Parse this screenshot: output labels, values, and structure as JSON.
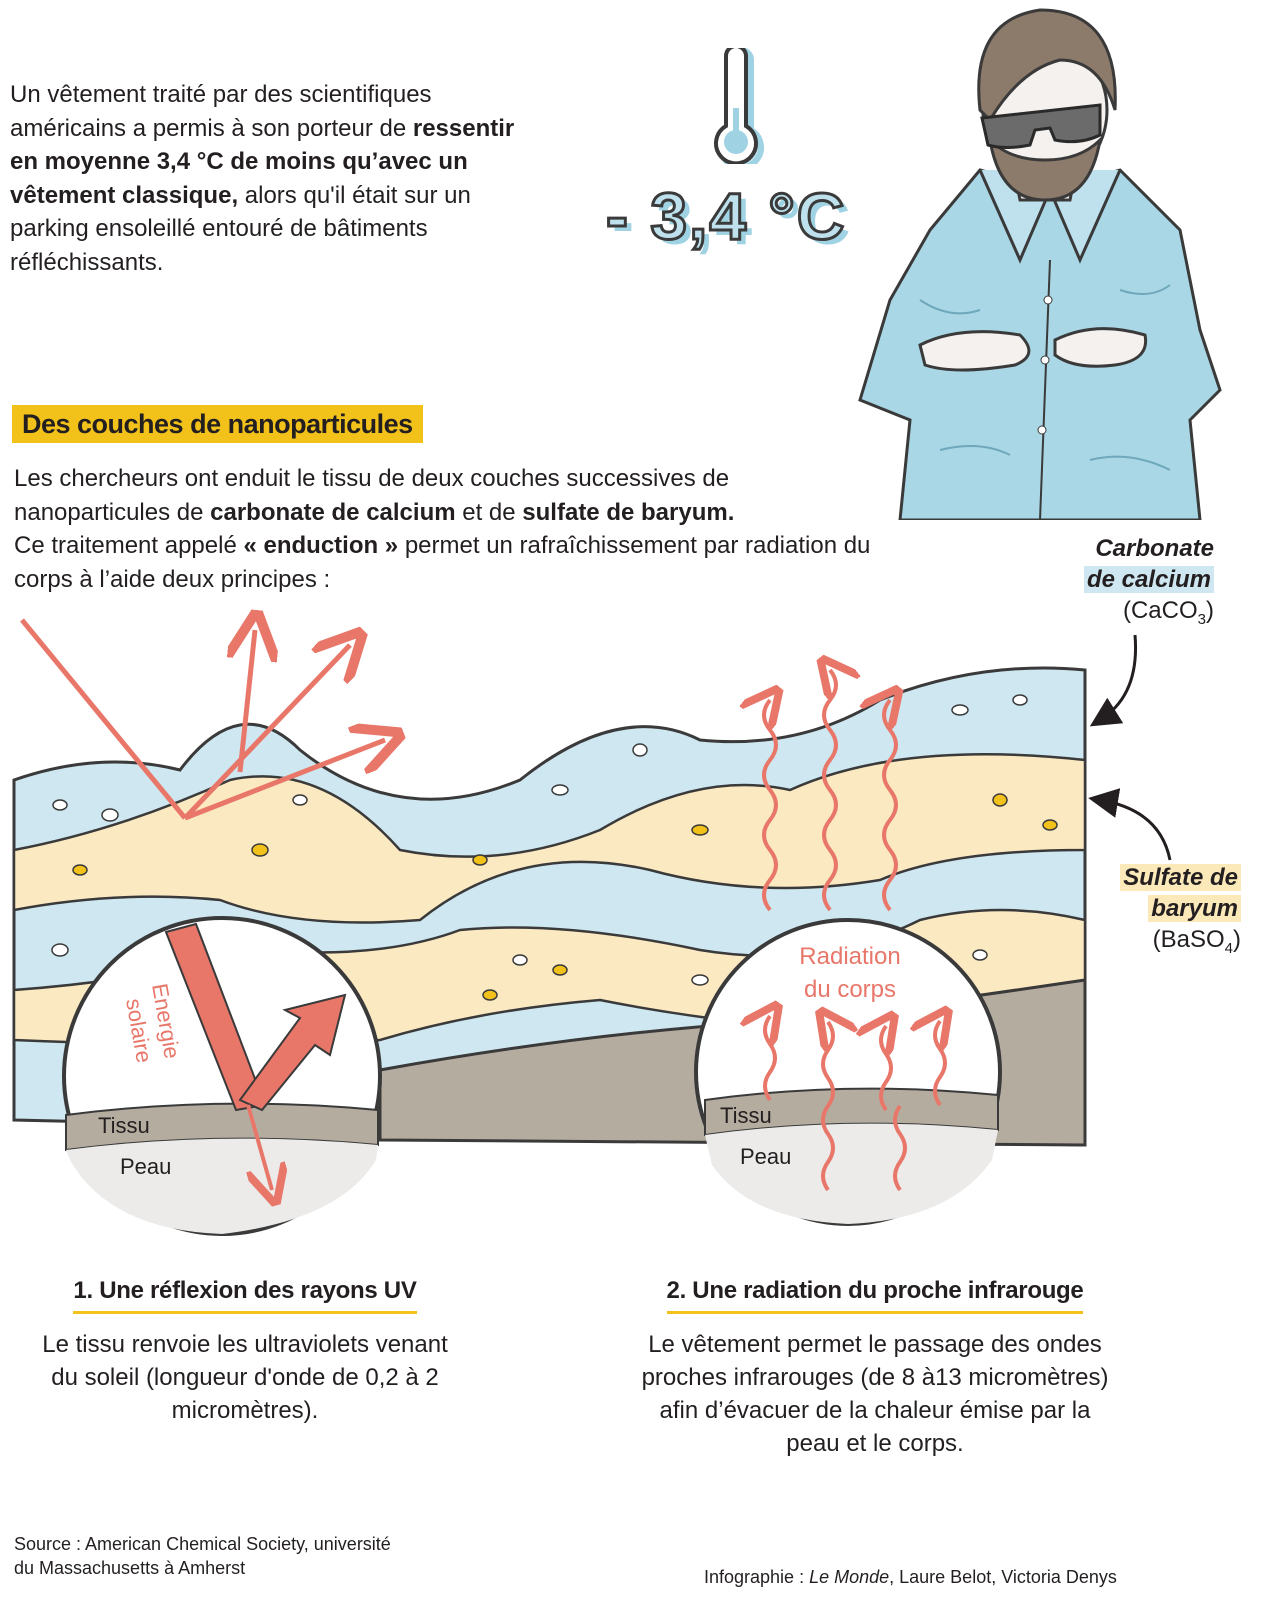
{
  "intro": {
    "part1": "Un vêtement traité par des scientifiques américains a permis à son porteur de ",
    "bold": "ressentir en moyenne 3,4 °C de moins qu’avec un vêtement classique,",
    "part2": " alors qu'il était sur un parking ensoleillé entouré de bâtiments réfléchissants."
  },
  "temperature": "- 3,4 °C",
  "section_title": "Des couches de nanoparticules",
  "lead": {
    "t1": "Les chercheurs ont enduit le tissu de deux couches successives de nanoparticules de ",
    "b1": "carbonate de calcium",
    "t2": " et de ",
    "b2": "sulfate de baryum.",
    "t3": " Ce traitement appelé ",
    "b3": "« enduction »",
    "t4": " permet un rafraîchissement par radiation du corps à l’aide deux principes :"
  },
  "labels": {
    "carbonate_1": "Carbonate",
    "carbonate_2": "de calcium",
    "carbonate_formula": "(CaCO",
    "carbonate_sub": "3",
    "sulfate_1": "Sulfate de",
    "sulfate_2": "baryum",
    "sulfate_formula": "(BaSO",
    "sulfate_sub": "4",
    "energie_1": "Energie",
    "energie_2": "solaire",
    "tissu": "Tissu",
    "peau": "Peau",
    "radiation_1": "Radiation",
    "radiation_2": "du corps"
  },
  "steps": [
    {
      "title": "1. Une réflexion des rayons UV",
      "text": "Le tissu renvoie les ultraviolets venant du soleil (longueur d'onde de 0,2 à 2 micromètres)."
    },
    {
      "title": "2. Une radiation du proche infrarouge",
      "text": "Le vêtement permet le passage des ondes proches infrarouges (de 8 à13 micromètres) afin d’évacuer de la chaleur émise par la peau et le corps."
    }
  ],
  "source": "Source : American Chemical Society, université du Massachusetts à Amherst",
  "credit_prefix": "Infographie : ",
  "credit_italic": "Le Monde",
  "credit_suffix": ", Laure Belot, Victoria Denys",
  "colors": {
    "blue_layer": "#cfe7f1",
    "yellow_layer": "#fbe9c2",
    "fabric": "#b5aca0",
    "skin": "#ecebea",
    "arrow": "#e8776a",
    "highlight": "#f2c21b",
    "shirt": "#a9d7e6"
  }
}
